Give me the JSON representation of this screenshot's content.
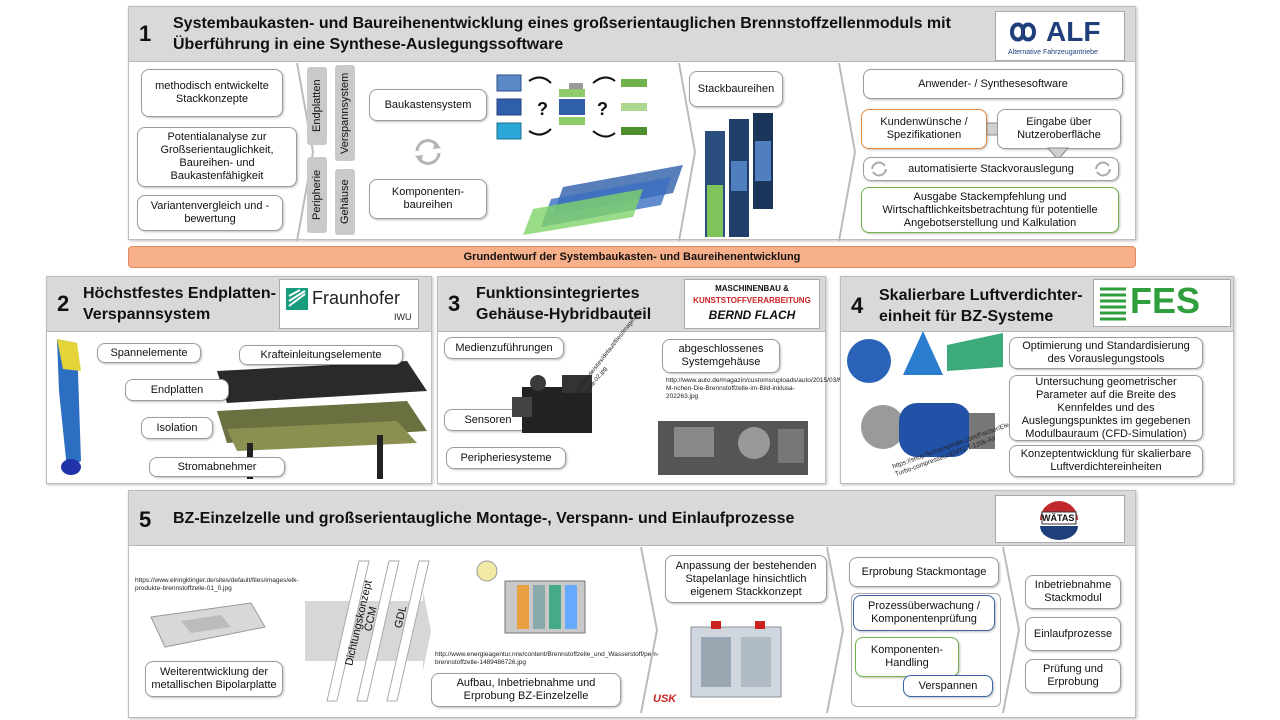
{
  "p1": {
    "number": "1",
    "title_line1": "Systembaukasten- und Baureihenentwicklung eines großserientauglichen Brennstoffzellenmoduls mit",
    "title_line2": "Überführung in eine Synthese-Auslegungssoftware",
    "logo_text": "ALF",
    "logo_sub": "Alternative Fahrzeugantriebe",
    "left_boxes": [
      "methodisch entwickelte Stackkonzepte",
      "Potentialanalyse zur Großserientauglichkeit, Baureihen- und Baukastenfähigkeit",
      "Variantenvergleich und -bewertung"
    ],
    "tags_top": [
      "Endplatten",
      "Verspannsystem"
    ],
    "tags_bottom": [
      "Peripherie",
      "Gehäuse"
    ],
    "baukasten": "Baukastensystem",
    "komponenten": "Komponenten-baureihen",
    "question": "?",
    "stack": "Stackbaureihen",
    "anwender": "Anwender- / Synthesesoftware",
    "kunden": "Kundenwünsche / Spezifikationen",
    "eingabe": "Eingabe über Nutzeroberfläche",
    "auto": "automatisierte Stackvorauslegung",
    "ausgabe": "Ausgabe Stackempfehlung und Wirtschaftlichkeitsbetrachtung für potentielle Angebotserstellung und Kalkulation"
  },
  "banner": "Grundentwurf der Systembaukasten- und Baureihenentwicklung",
  "p2": {
    "number": "2",
    "title_line1": "Höchstfestes Endplatten-",
    "title_line2": "Verspannsystem",
    "logo_text": "Fraunhofer",
    "logo_sub": "IWU",
    "boxes": [
      "Spannelemente",
      "Krafteinleitungselemente",
      "Endplatten",
      "Isolation",
      "Stromabnehmer"
    ]
  },
  "p3": {
    "number": "3",
    "title_line1": "Funktionsintegriertes",
    "title_line2": "Gehäuse-Hybridbauteil",
    "logo_line1": "MASCHINENBAU &",
    "logo_line2": "KUNSTSTOFFVERARBEITUNG",
    "logo_line3": "BERND FLACH",
    "boxes": [
      "Medienzuführungen",
      "Sensoren",
      "Peripheriesysteme",
      "abgeschlossenes Systemgehäuse"
    ],
    "url1": "http://www.elringklinger.de/sites/default/files/images/elk-produkt-brennstoffzelle-02.jpg",
    "url2": "http://www.auto.de/magazin/customs/uploads/auto/2015/03/Mid-M-nchen-Die-Brennstoffzelle-im-Bild-inklusa-202263.jpg"
  },
  "p4": {
    "number": "4",
    "title_line1": "Skalierbare Luftverdichter-",
    "title_line2": "einheit für BZ-Systeme",
    "logo_text": "FES",
    "boxes": [
      "Optimierung und Standardisierung des Vorauslegungstools",
      "Untersuchung geometrischer Parameter auf die Breite des Kennfeldes und des Auslegungspunktes im gegebenen Modulbauraum (CFD-Simulation)",
      "Konzeptentwicklung für skalierbare Luftverdichtereinheiten"
    ],
    "url": "https://shop.fischerspindle.com/Fischer/Electrique_Micro-Turbo-compresseur/EMTCT-120k-Air"
  },
  "p5": {
    "number": "5",
    "title": "BZ-Einzelzelle und großserientaugliche Montage-, Verspann- und Einlaufprozesse",
    "logo_text": "WÄTAS",
    "url1": "https://www.elringklinger.de/sites/default/files/images/elk-produkte-brennstoffzelle-01_0.jpg",
    "bipolar": "Weiterentwicklung der metallischen Bipolarplatte",
    "bands": [
      "Dichtungskonzept",
      "CCM",
      "GDL"
    ],
    "url2": "http://www.energieagentur.nrw/content/Brennstoffzelle_und_Wasserstoff/pem-brennstoffzelle-1489486726.jpg",
    "aufbau": "Aufbau, Inbetriebnahme und Erprobung BZ-Einzelzelle",
    "anpassung": "Anpassung der bestehenden Stapelanlage hinsichtlich eigenem Stackkonzept",
    "usk": "USK",
    "erprobung": "Erprobung Stackmontage",
    "prozess": "Prozessüberwachung / Komponentenprüfung",
    "handling": "Komponenten-Handling",
    "verspannen": "Verspannen",
    "right_boxes": [
      "Inbetriebnahme Stackmodul",
      "Einlaufprozesse",
      "Prüfung und Erprobung"
    ]
  }
}
